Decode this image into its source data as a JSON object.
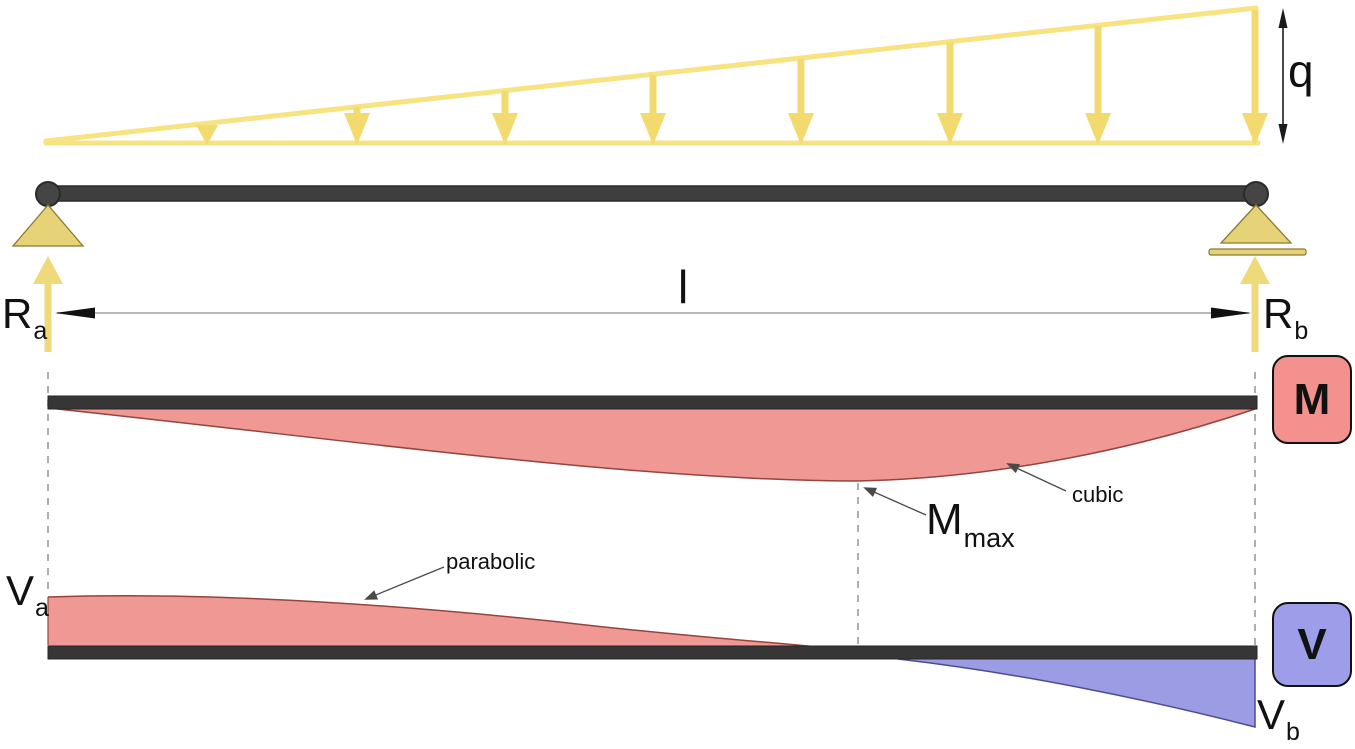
{
  "diagram": {
    "load_label": "q",
    "span_label": "l",
    "reaction_left": {
      "base": "R",
      "sub": "a"
    },
    "reaction_right": {
      "base": "R",
      "sub": "b"
    },
    "moment": {
      "badge": "M",
      "max_base": "M",
      "max_sub": "max",
      "curve_note": "cubic"
    },
    "shear": {
      "badge": "V",
      "left_base": "V",
      "left_sub": "a",
      "right_base": "V",
      "right_sub": "b",
      "curve_note": "parabolic"
    },
    "colors": {
      "load_yellow_line": "#F8E383",
      "load_yellow_arrow": "#F3DA6F",
      "support_yellow": "#E6D277",
      "beam_dark": "#3E3E3E",
      "positive_fill_pink": "#F09894",
      "positive_edge_red": "#94443F",
      "negative_fill_blue": "#9C9CE4",
      "negative_edge_blue": "#4C4C96",
      "moment_badge_fill": "#F2918D",
      "shear_badge_fill": "#9D9DE9"
    }
  }
}
